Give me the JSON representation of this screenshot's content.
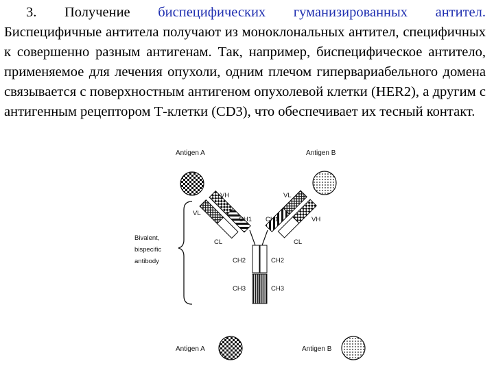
{
  "paragraph": {
    "number": "3.",
    "heading_start": "Получение",
    "heading_accent": "биспецифических гуманизированных антител.",
    "body": "Биспецифичные антитела получают из моноклональных антител, специфичных к совершенно разным антигенам. Так, например, биспецифическое антитело, применяемое для лечения опухоли, одним плечом гипервариабельного домена связывается с поверхностным антигеном опухолевой клетки (HER2), а другим с антигенным рецептором Т-клетки (CD3), что обеспечивает их тесный контакт."
  },
  "diagram": {
    "top_antigen_a": "Antigen A",
    "top_antigen_b": "Antigen B",
    "bottom_antigen_a": "Antigen A",
    "bottom_antigen_b": "Antigen B",
    "vh_left": "VH",
    "vl_left": "VL",
    "ch1_left": "CH1",
    "cl_left": "CL",
    "vl_right": "VL",
    "vh_right": "VH",
    "ch1_right": "CH1",
    "cl_right": "CL",
    "ch2_left": "CH2",
    "ch2_right": "CH2",
    "ch3_left": "CH3",
    "ch3_right": "CH3",
    "bracket_line1": "Bivalent,",
    "bracket_line2": "bispecific",
    "bracket_line3": "antibody"
  }
}
